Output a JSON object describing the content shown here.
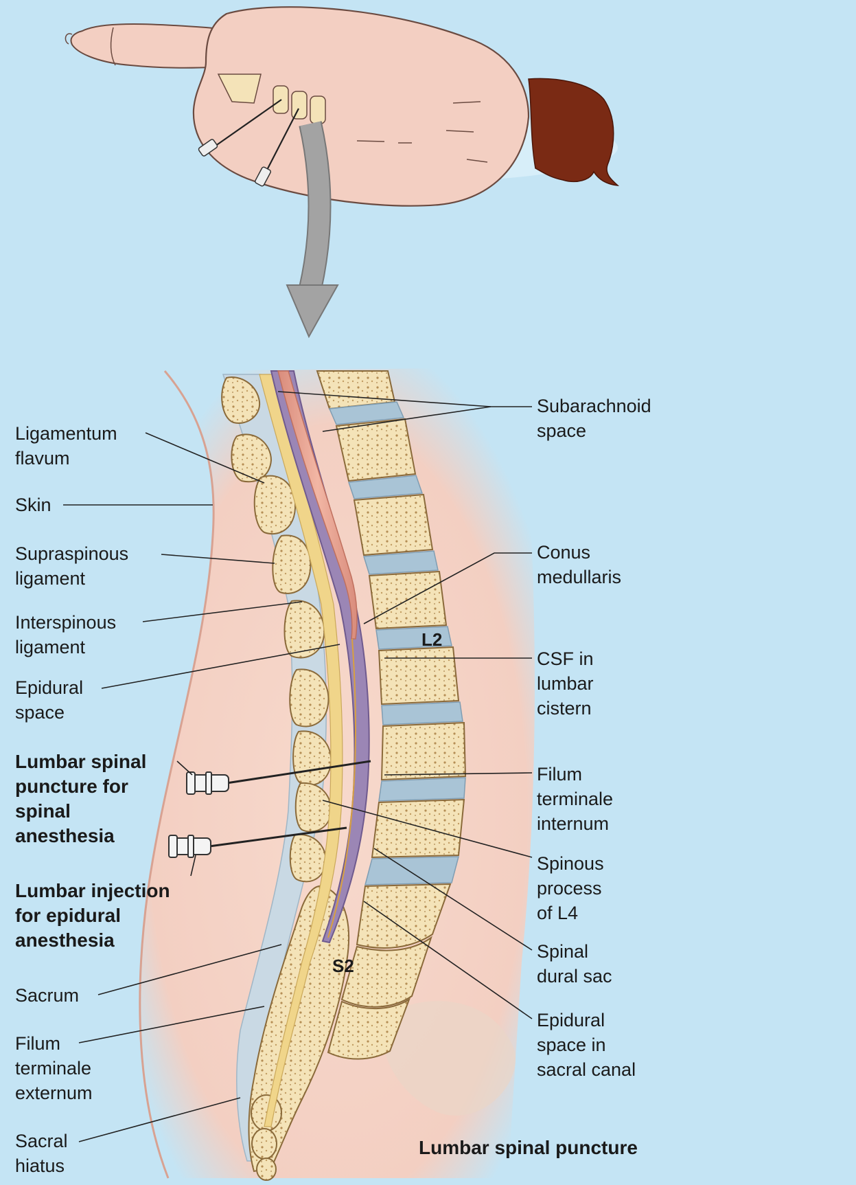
{
  "colors": {
    "background": "#c4e4f4",
    "skin": "#f3cfc2",
    "bone": "#f4e3b8",
    "disc": "#a9c4d6",
    "dura": "#9b86b5",
    "cord": "#e9a896",
    "hair": "#7a2a14",
    "arrow": "#9a9a9a"
  },
  "labels": {
    "subarachnoid": [
      "Subarachnoid",
      "space"
    ],
    "ligamentum_flavum": [
      "Ligamentum",
      "flavum"
    ],
    "skin": [
      "Skin"
    ],
    "supraspinous": [
      "Supraspinous",
      "ligament"
    ],
    "conus": [
      "Conus",
      "medullaris"
    ],
    "interspinous": [
      "Interspinous",
      "ligament"
    ],
    "csf": [
      "CSF in",
      "lumbar",
      "cistern"
    ],
    "epidural_space": [
      "Epidural",
      "space"
    ],
    "spinal_puncture": [
      "Lumbar spinal",
      "puncture for",
      "spinal",
      "anesthesia"
    ],
    "filum_internum": [
      "Filum",
      "terminale",
      "internum"
    ],
    "spinous_l4": [
      "Spinous",
      "process",
      "of L4"
    ],
    "epidural_injection": [
      "Lumbar injection",
      "for epidural",
      "anesthesia"
    ],
    "dural_sac": [
      "Spinal",
      "dural sac"
    ],
    "sacrum": [
      "Sacrum"
    ],
    "epidural_sacral": [
      "Epidural",
      "space in",
      "sacral canal"
    ],
    "filum_externum": [
      "Filum",
      "terminale",
      "externum"
    ],
    "sacral_hiatus": [
      "Sacral",
      "hiatus"
    ]
  },
  "vertebra_labels": {
    "l2": "L2",
    "s2": "S2"
  },
  "caption": "Lumbar spinal puncture"
}
